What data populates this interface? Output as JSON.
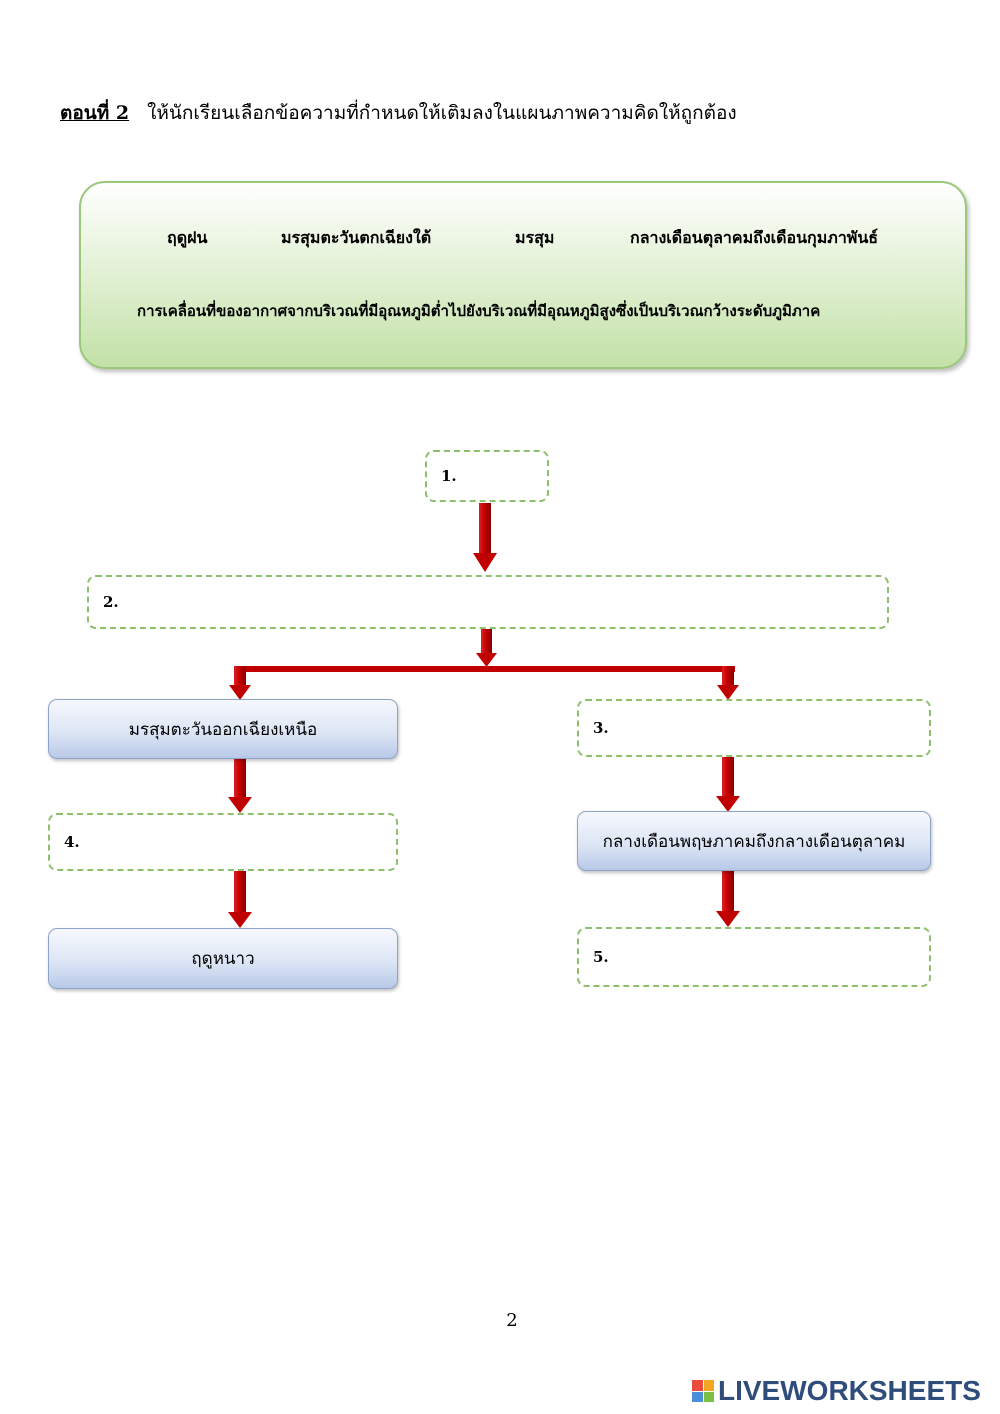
{
  "heading": {
    "part_label": "ตอนที่ 2",
    "instruction": "ให้นักเรียนเลือกข้อความที่กำหนดให้เติมลงในแผนภาพความคิดให้ถูกต้อง"
  },
  "word_bank": {
    "items": [
      "ฤดูฝน",
      "มรสุมตะวันตกเฉียงใต้",
      "มรสุม",
      "กลางเดือนตุลาคมถึงเดือนกุมภาพันธ์",
      "การเคลื่อนที่ของอากาศจากบริเวณที่มีอุณหภูมิต่ำไปยังบริเวณที่มีอุณหภูมิสูงซึ่งเป็นบริเวณกว้างระดับภูมิภาค"
    ]
  },
  "diagram": {
    "blank_1": "1.",
    "blank_2": "2.",
    "blank_3": "3.",
    "blank_4": "4.",
    "blank_5": "5.",
    "box_ne_monsoon": "มรสุมตะวันออกเฉียงเหนือ",
    "box_may_oct": "กลางเดือนพฤษภาคมถึงกลางเดือนตุลาคม",
    "box_winter": "ฤดูหนาว"
  },
  "colors": {
    "arrow": "#c00000",
    "dashed_border": "#8dc06a",
    "word_bank_bg": "#c3e1a7",
    "filled_box_bg": "#dde6f5"
  },
  "page_number": "2",
  "branding": "LIVEWORKSHEETS"
}
